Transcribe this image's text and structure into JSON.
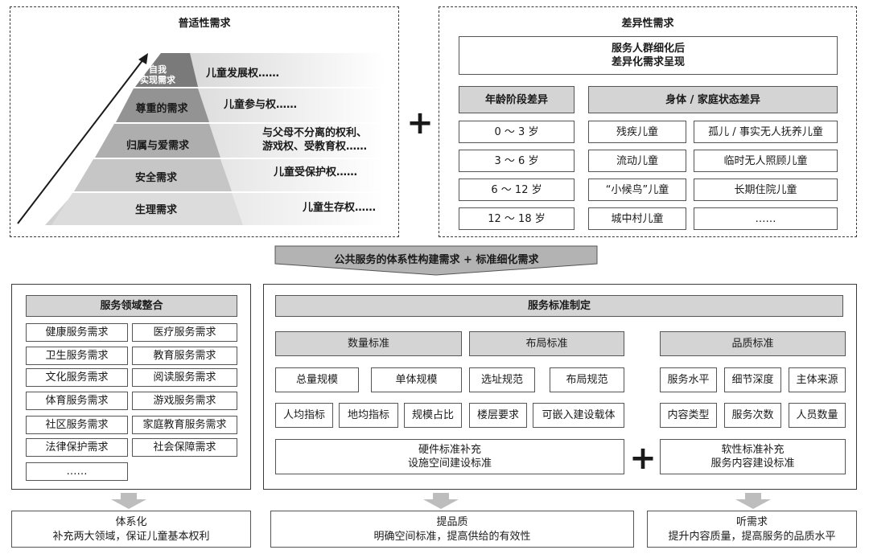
{
  "universal": {
    "title": "普适性需求",
    "levels": [
      {
        "label": "自我\n实现需求",
        "right": "儿童发展权……"
      },
      {
        "label": "尊重的需求",
        "right": "儿童参与权……"
      },
      {
        "label": "归属与爱需求",
        "right": "与父母不分离的权利、\n游戏权、受教育权……"
      },
      {
        "label": "安全需求",
        "right": "儿童受保护权……"
      },
      {
        "label": "生理需求",
        "right": "儿童生存权……"
      }
    ]
  },
  "plus_symbol": "+",
  "differential": {
    "title": "差异性需求",
    "intro": "服务人群细化后\n差异化需求呈现",
    "age_header": "年龄阶段差异",
    "family_header": "身体 / 家庭状态差异",
    "age_groups": [
      "0 ～ 3 岁",
      "3 ～ 6 岁",
      "6 ～ 12 岁",
      "12 ～ 18 岁"
    ],
    "status_left": [
      "残疾儿童",
      "流动儿童",
      "“小候鸟”儿童",
      "城中村儿童"
    ],
    "status_right": [
      "孤儿 / 事实无人抚养儿童",
      "临时无人照顾儿童",
      "长期住院儿童",
      "……"
    ]
  },
  "banner": "公共服务的体系性构建需求 + 标准细化需求",
  "domain_integration": {
    "title": "服务领域整合",
    "items": [
      "健康服务需求",
      "医疗服务需求",
      "卫生服务需求",
      "教育服务需求",
      "文化服务需求",
      "阅读服务需求",
      "体育服务需求",
      "游戏服务需求",
      "社区服务需求",
      "家庭教育服务需求",
      "法律保护需求",
      "社会保障需求",
      "……"
    ]
  },
  "standards": {
    "title": "服务标准制定",
    "quantity": {
      "title": "数量标准",
      "items": [
        "总量规模",
        "单体规模",
        "人均指标",
        "地均指标",
        "规模占比"
      ]
    },
    "layout": {
      "title": "布局标准",
      "items": [
        "选址规范",
        "布局规范",
        "楼层要求",
        "可嵌入建设载体"
      ]
    },
    "quality": {
      "title": "品质标准",
      "items": [
        "服务水平",
        "细节深度",
        "主体来源",
        "内容类型",
        "服务次数",
        "人员数量"
      ]
    },
    "hardware": "硬件标准补充\n设施空间建设标准",
    "software": "软性标准补充\n服务内容建设标准"
  },
  "outcomes": [
    {
      "title": "体系化",
      "text": "补充两大领域，保证儿童基本权利"
    },
    {
      "title": "提品质",
      "text": "明确空间标准，提高供给的有效性"
    },
    {
      "title": "听需求",
      "text": "提升内容质量，提高服务的品质水平"
    }
  ]
}
